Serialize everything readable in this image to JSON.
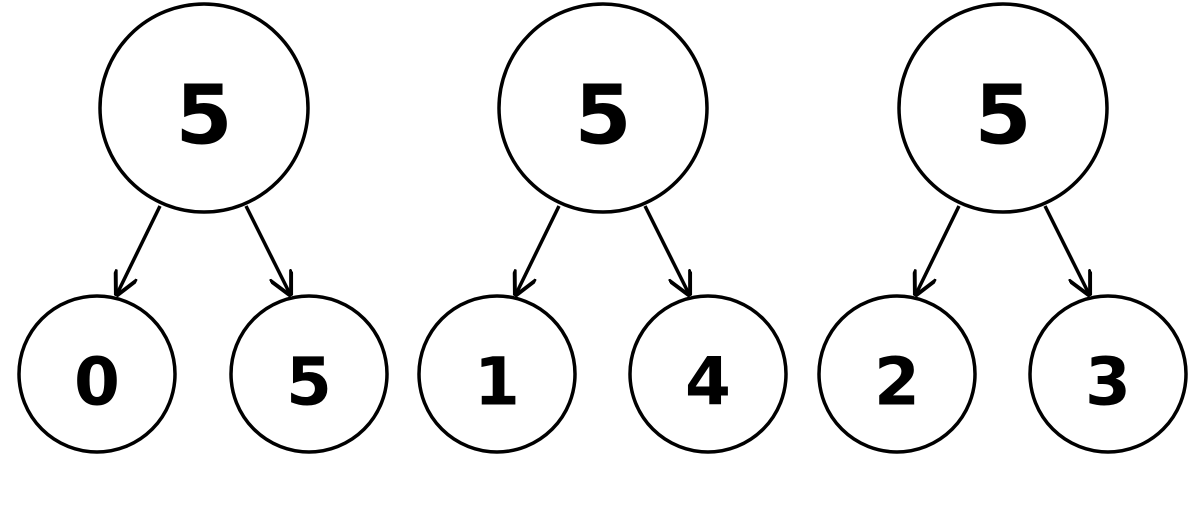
{
  "bonds": [
    {
      "whole": "5",
      "parts": [
        "0",
        "5"
      ]
    },
    {
      "whole": "5",
      "parts": [
        "1",
        "4"
      ]
    },
    {
      "whole": "5",
      "parts": [
        "2",
        "3"
      ]
    }
  ],
  "colors": {
    "stroke": "#000000",
    "fill": "#ffffff",
    "text": "#000000"
  }
}
